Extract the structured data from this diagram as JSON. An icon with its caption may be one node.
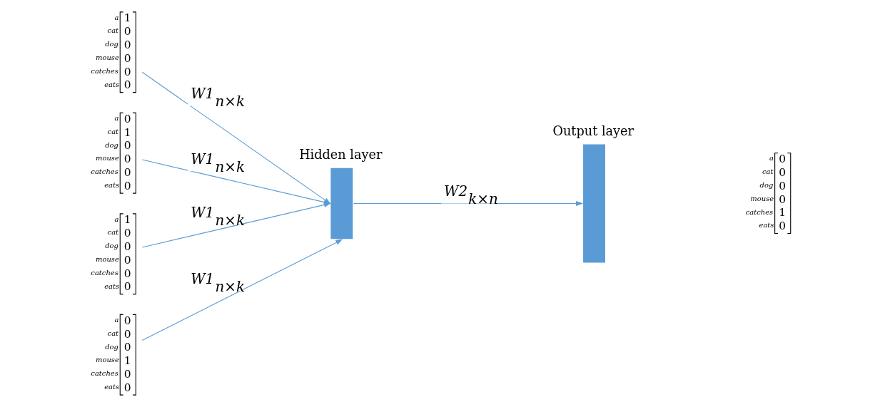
{
  "diagram": {
    "nodes": [
      {
        "text": [
          "a cat dog mouse catches eats",
          "1 0 0 0 0 0"
        ]
      },
      {
        "text": [
          "a cat dog mouse catches eats",
          "0 1 0 0 0 0"
        ]
      },
      {
        "text": [
          "a cat dog mouse catches eats",
          "1 0 0 0 0 0"
        ]
      },
      {
        "text": [
          "a cat dog mouse catches eats",
          "0 0 0 1 0 0"
        ]
      },
      {
        "text": [
          "Hidden layer"
        ]
      },
      {
        "text": [
          "Output layer"
        ]
      },
      {
        "text": [
          "a cat dog mouse catches eats",
          "0 0 0 0 1 0"
        ]
      }
    ],
    "edges": [
      {
        "from": 0,
        "to": 4,
        "arrow": "to",
        "label": "W1$_{n×k}$"
      },
      {
        "from": 1,
        "to": 4,
        "arrow": "to",
        "label": "W1$_{n×k}$"
      },
      {
        "from": 2,
        "to": 4,
        "arrow": "to",
        "label": "W1$_{n×k}$"
      },
      {
        "from": 3,
        "to": 4,
        "arrow": "to",
        "label": "W1$_{n×k}$"
      },
      {
        "from": 4,
        "to": 5,
        "arrow": "to",
        "label": "W2$_{k×n}$"
      }
    ]
  }
}
